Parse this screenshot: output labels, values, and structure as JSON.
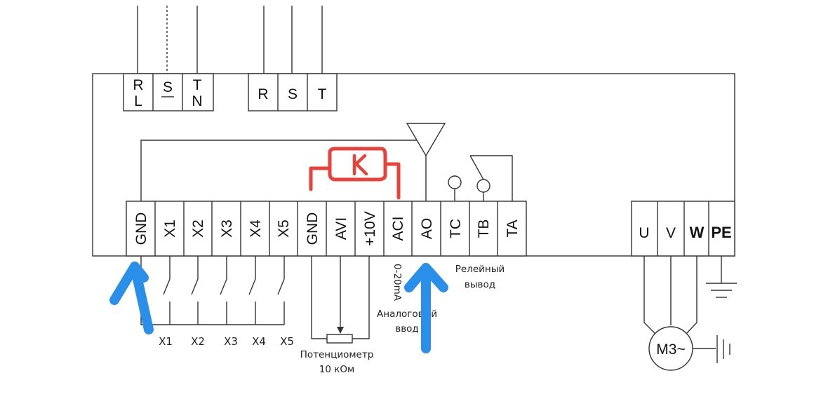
{
  "power_input_single": [
    "R",
    "L",
    "S",
    "T",
    "N"
  ],
  "power_input_three": [
    "R",
    "S",
    "T"
  ],
  "control_terminals": [
    "GND",
    "X1",
    "X2",
    "X3",
    "X4",
    "X5",
    "GND",
    "AVI",
    "+10V",
    "ACI",
    "AO",
    "TC",
    "TB",
    "TA"
  ],
  "output_terminals": [
    "U",
    "V",
    "W",
    "PE"
  ],
  "switch_labels": [
    "X1",
    "X2",
    "X3",
    "X4",
    "X5"
  ],
  "potentiometer": {
    "line1": "Потенциометр",
    "line2": "10 кОм"
  },
  "analog_input": {
    "range": "0-20mA",
    "line1": "Аналоговый",
    "line2": "ввод"
  },
  "relay_output": {
    "line1": "Релейный",
    "line2": "вывод"
  },
  "motor": {
    "label": "M3~"
  },
  "annotation": {
    "resistor_label": "К"
  },
  "colors": {
    "annotation_red": "#e8423b",
    "arrow_blue": "#2a8fe8",
    "lines": "#333333"
  }
}
